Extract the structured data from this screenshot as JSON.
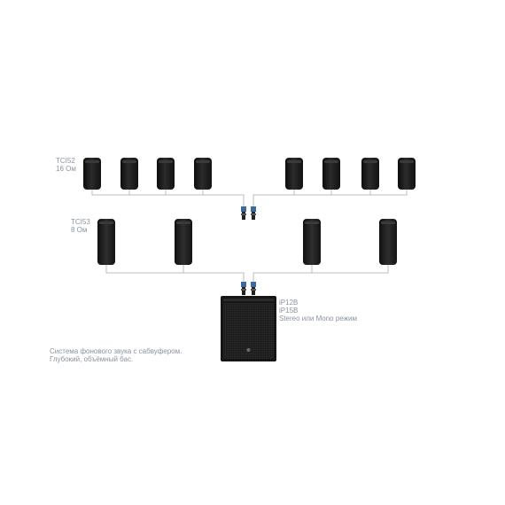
{
  "top_group": {
    "model": "TCI52",
    "impedance": "16 Ом"
  },
  "middle_group": {
    "model": "TCI53",
    "impedance": "8 Ом"
  },
  "subwoofer": {
    "model_1": "iP12B",
    "model_2": "iP15B",
    "mode": "Stereo или Mono режим"
  },
  "description": {
    "line_1": "Система фонового звука с сабвуфером.",
    "line_2": "Глубокий, объёмный бас."
  },
  "colors": {
    "speaker": "#1a1a1a",
    "wire": "#b9bcc0",
    "label_text": "#8a93a0",
    "connector": "#3a6aa0"
  }
}
